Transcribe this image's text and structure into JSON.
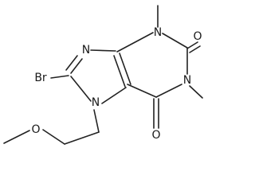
{
  "molecule": {
    "atoms": {
      "br": "Br",
      "n7": "N",
      "n9": "N",
      "n3": "N",
      "n1": "N",
      "o2": "O",
      "o6": "O",
      "o_ether": "O"
    },
    "colors": {
      "bond": "#222222",
      "label": "#1a1a1a",
      "background": "#ffffff"
    }
  }
}
